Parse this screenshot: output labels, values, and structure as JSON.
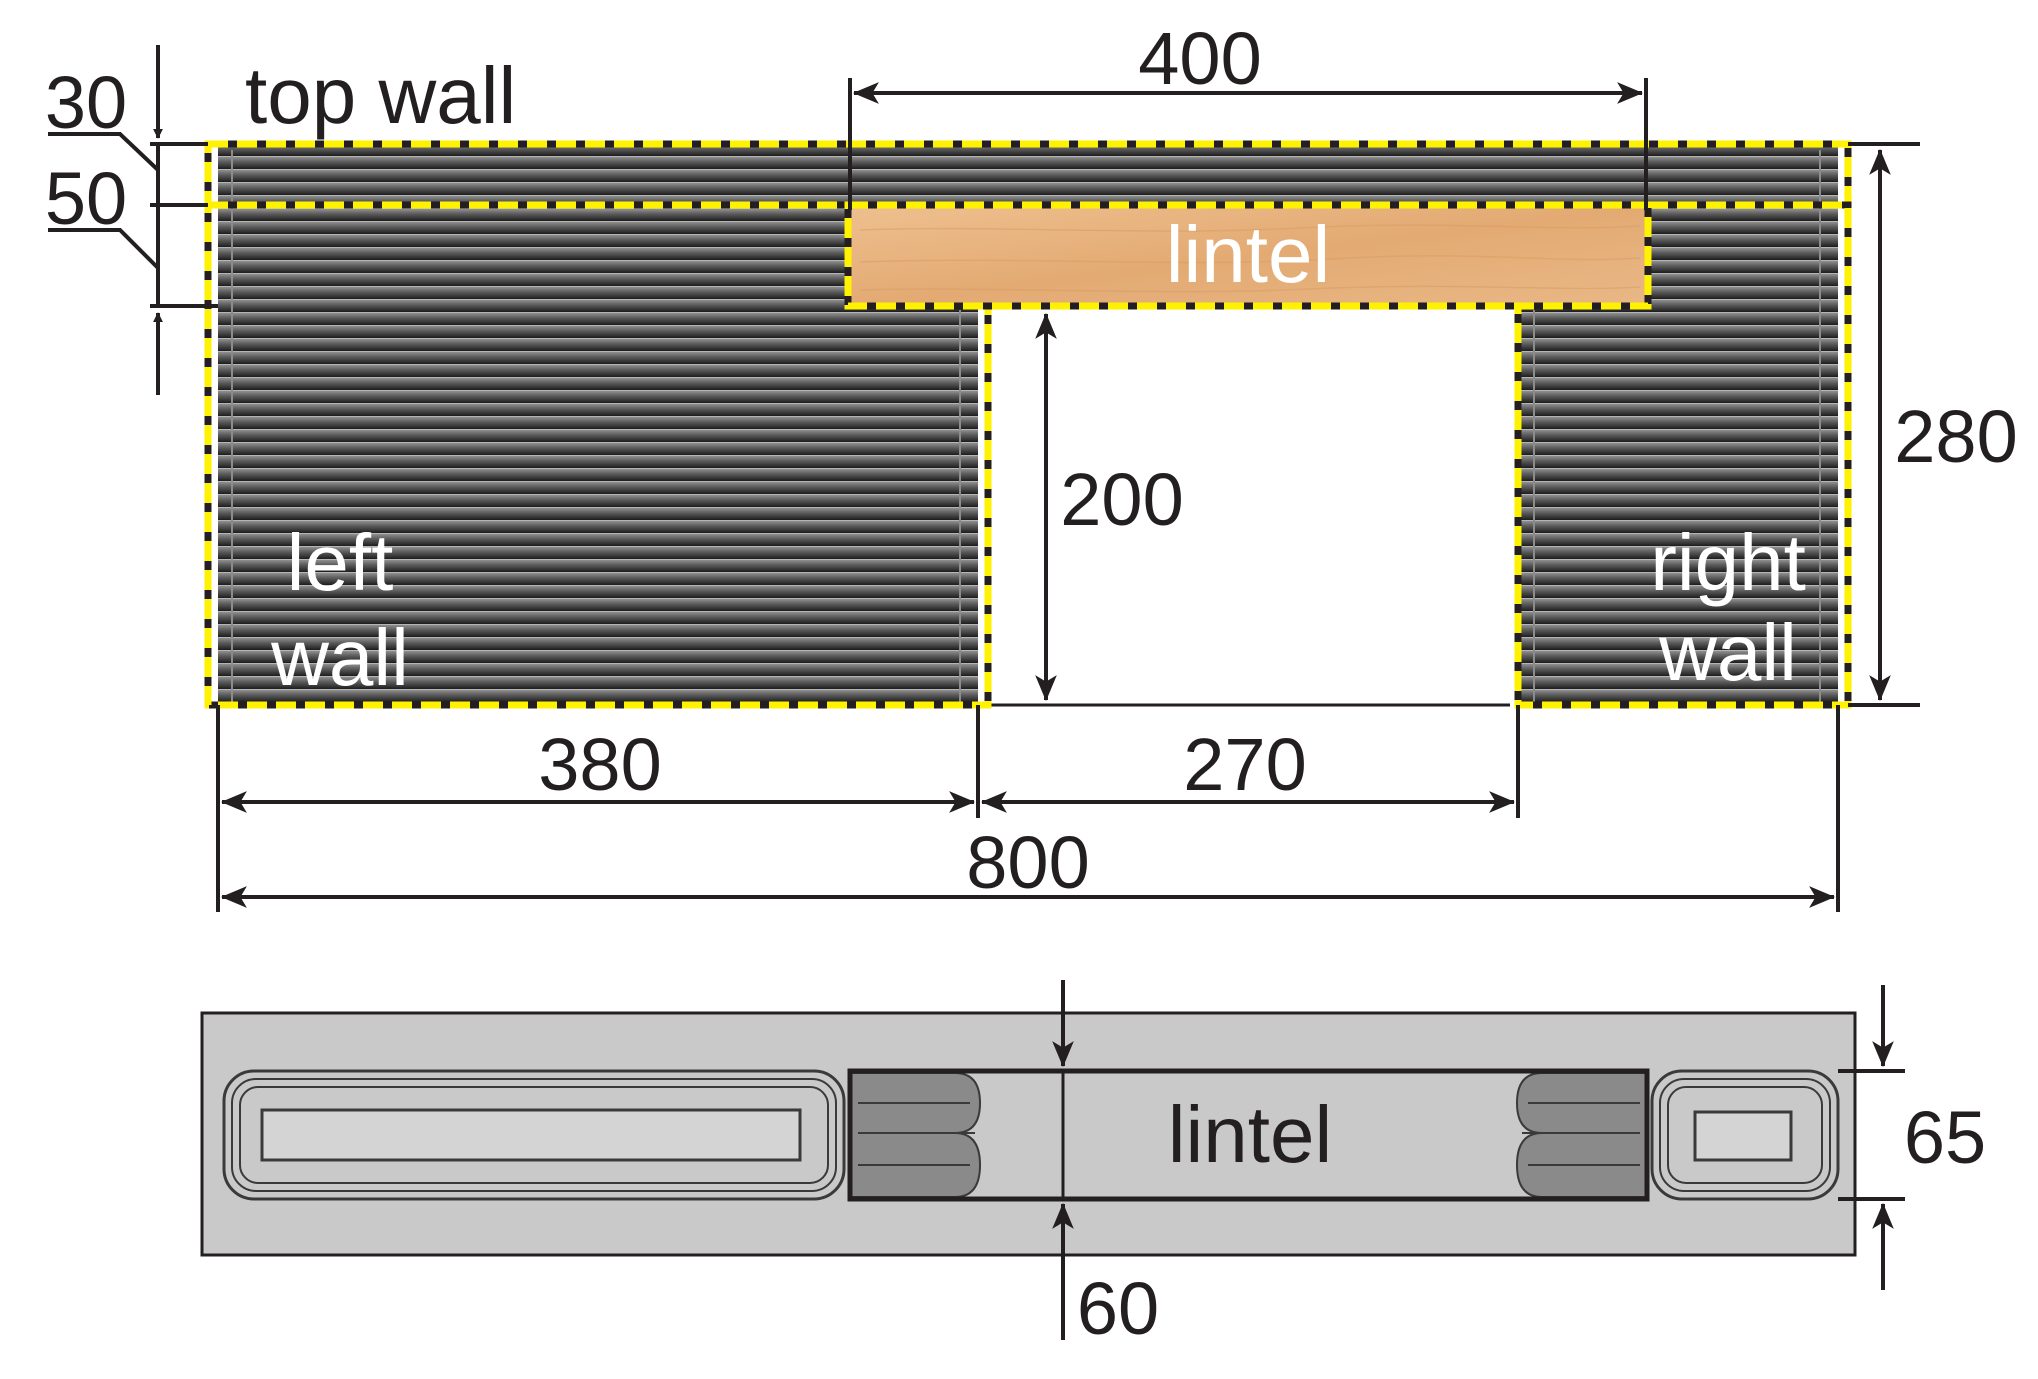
{
  "elevation": {
    "labels": {
      "top_wall": "top wall",
      "lintel": "lintel",
      "left_wall_1": "left",
      "left_wall_2": "wall",
      "right_wall_1": "right",
      "right_wall_2": "wall"
    },
    "dimensions": {
      "top_wall_thickness": "30",
      "lintel_thickness": "50",
      "lintel_length": "400",
      "opening_height": "200",
      "total_height": "280",
      "left_wall_length": "380",
      "opening_width": "270",
      "total_length": "800"
    }
  },
  "plan": {
    "labels": {
      "lintel": "lintel"
    },
    "dimensions": {
      "lintel_width": "60",
      "wall_width": "65"
    }
  },
  "colors": {
    "wall": "#6e6e6e",
    "wall_dark": "#3a3a3a",
    "lintel": "#e6b17e",
    "dash_yellow": "#fff200",
    "plan_base": "#c9c9c9",
    "line": "#231f20"
  }
}
